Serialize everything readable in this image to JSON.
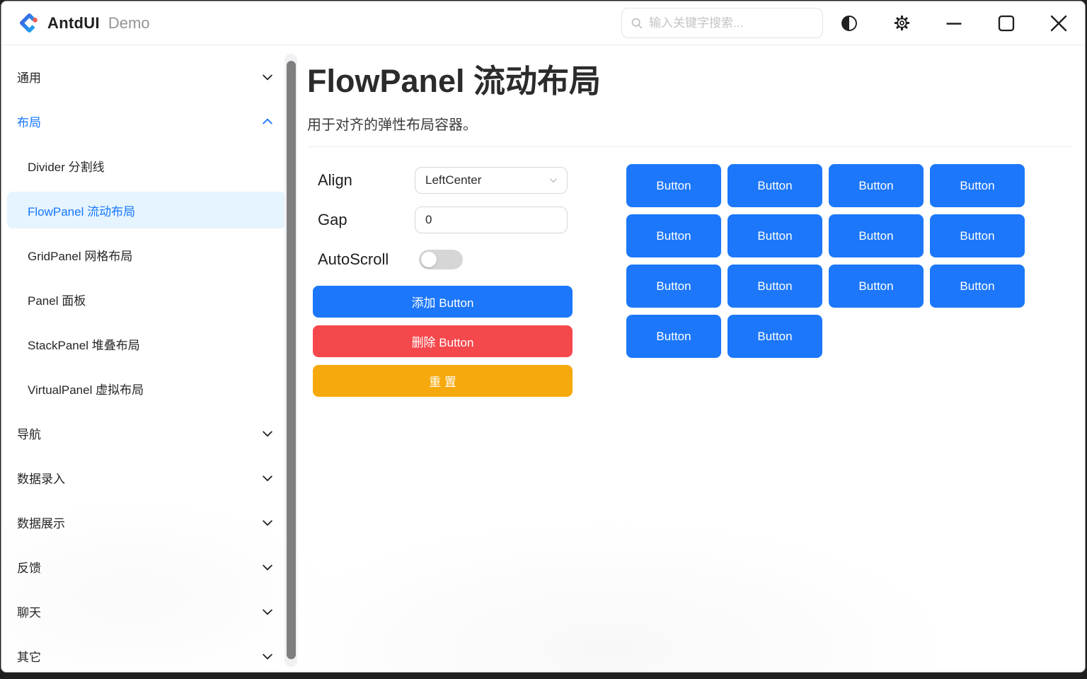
{
  "titlebar": {
    "brand": "AntdUI",
    "brand_suffix": "Demo",
    "search": {
      "placeholder": "输入关键字搜索..."
    },
    "icons": [
      "app-logo",
      "search-icon",
      "theme-contrast-icon",
      "settings-gear-icon",
      "minimize-icon",
      "maximize-icon",
      "close-icon"
    ]
  },
  "sidebar": {
    "items": [
      {
        "label": "通用",
        "type": "group",
        "state": "collapsed"
      },
      {
        "label": "布局",
        "type": "group",
        "state": "expanded",
        "active": true
      },
      {
        "label": "Divider 分割线",
        "type": "child"
      },
      {
        "label": "FlowPanel 流动布局",
        "type": "child",
        "selected": true
      },
      {
        "label": "GridPanel 网格布局",
        "type": "child"
      },
      {
        "label": "Panel 面板",
        "type": "child"
      },
      {
        "label": "StackPanel 堆叠布局",
        "type": "child"
      },
      {
        "label": "VirtualPanel 虚拟布局",
        "type": "child"
      },
      {
        "label": "导航",
        "type": "group",
        "state": "collapsed"
      },
      {
        "label": "数据录入",
        "type": "group",
        "state": "collapsed"
      },
      {
        "label": "数据展示",
        "type": "group",
        "state": "collapsed"
      },
      {
        "label": "反馈",
        "type": "group",
        "state": "collapsed"
      },
      {
        "label": "聊天",
        "type": "group",
        "state": "collapsed"
      },
      {
        "label": "其它",
        "type": "group",
        "state": "collapsed"
      }
    ]
  },
  "main": {
    "title": "FlowPanel 流动布局",
    "subtitle": "用于对齐的弹性布局容器。",
    "controls": {
      "align_label": "Align",
      "align_value": "LeftCenter",
      "gap_label": "Gap",
      "gap_value": "0",
      "autoscroll_label": "AutoScroll",
      "autoscroll_state": "off"
    },
    "actions": {
      "add": "添加 Button",
      "delete": "删除 Button",
      "reset": "重 置"
    },
    "flow": {
      "buttons": [
        "Button",
        "Button",
        "Button",
        "Button",
        "Button",
        "Button",
        "Button",
        "Button",
        "Button",
        "Button",
        "Button",
        "Button",
        "Button",
        "Button"
      ]
    }
  },
  "colors": {
    "primary": "#1C77FA",
    "danger": "#F5484D",
    "warning": "#F6A90D",
    "selected_bg": "#E6F4FF",
    "selected_text": "#1677FF"
  }
}
